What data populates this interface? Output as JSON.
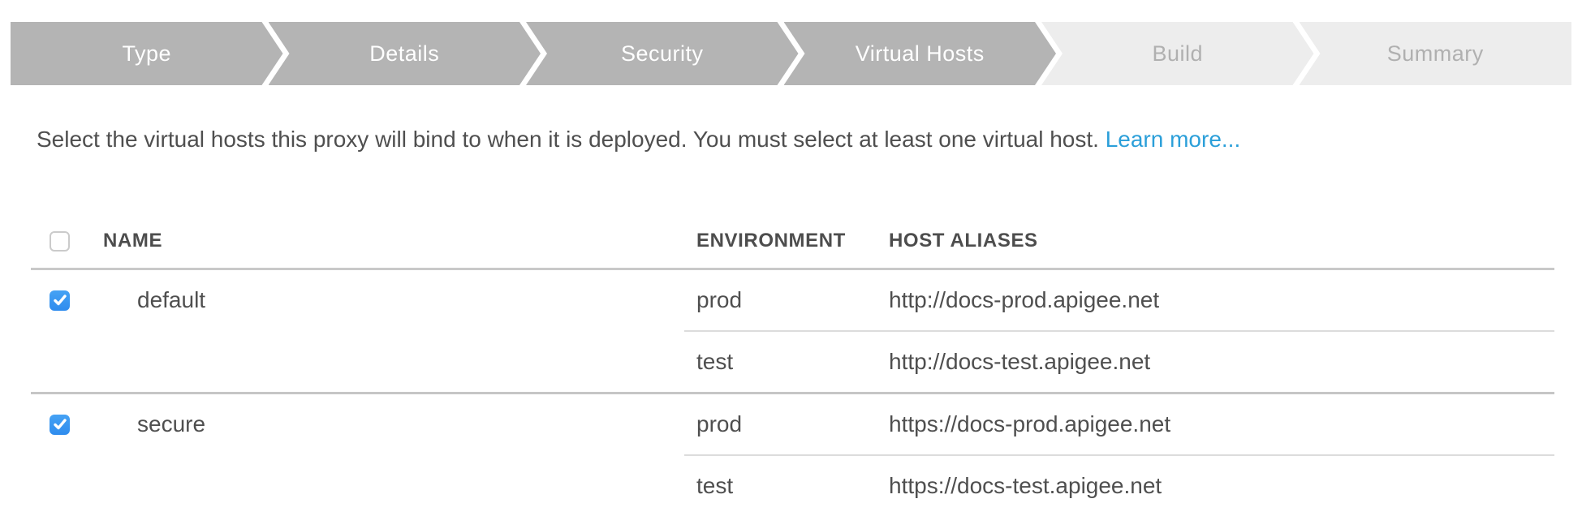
{
  "stepper": {
    "steps": [
      {
        "label": "Type",
        "state": "completed"
      },
      {
        "label": "Details",
        "state": "completed"
      },
      {
        "label": "Security",
        "state": "completed"
      },
      {
        "label": "Virtual Hosts",
        "state": "current"
      },
      {
        "label": "Build",
        "state": "upcoming"
      },
      {
        "label": "Summary",
        "state": "upcoming"
      }
    ]
  },
  "description": {
    "text": "Select the virtual hosts this proxy will bind to when it is deployed. You must select at least one virtual host. ",
    "link_label": "Learn more..."
  },
  "table": {
    "select_all_checked": false,
    "columns": {
      "name": "NAME",
      "environment": "ENVIRONMENT",
      "host_aliases": "HOST ALIASES"
    },
    "rows": [
      {
        "name": "default",
        "checked": true,
        "bindings": [
          {
            "environment": "prod",
            "host_alias": "http://docs-prod.apigee.net"
          },
          {
            "environment": "test",
            "host_alias": "http://docs-test.apigee.net"
          }
        ]
      },
      {
        "name": "secure",
        "checked": true,
        "bindings": [
          {
            "environment": "prod",
            "host_alias": "https://docs-prod.apigee.net"
          },
          {
            "environment": "test",
            "host_alias": "https://docs-test.apigee.net"
          }
        ]
      }
    ]
  },
  "colors": {
    "step_active_bg": "#b4b4b4",
    "step_upcoming_bg": "#ededed",
    "step_upcoming_text": "#b0b0b0",
    "link_blue": "#2b9fd9",
    "checkbox_blue": "#3795f1",
    "text_gray": "#4f4f4f"
  }
}
